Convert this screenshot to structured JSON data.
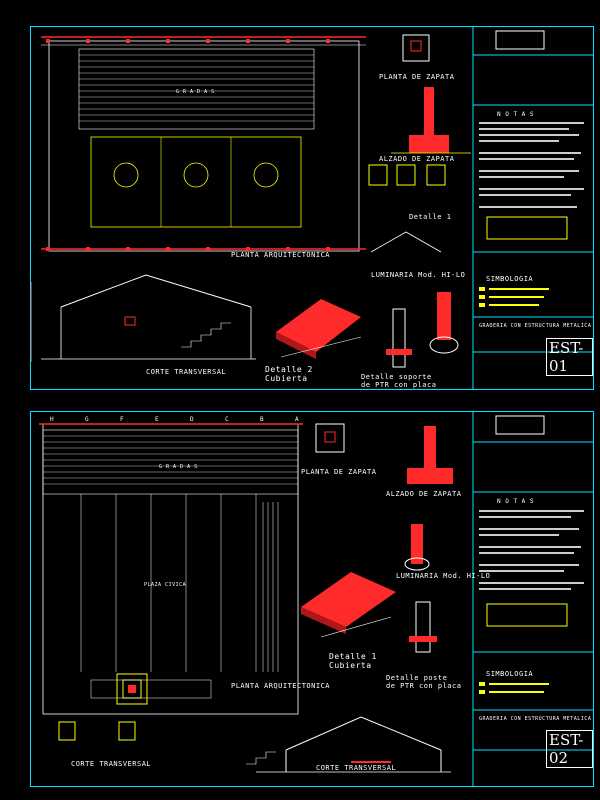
{
  "sheets": [
    {
      "id": "EST-01",
      "labels": {
        "planta_zapata": "PLANTA DE ZAPATA",
        "alzado_zapata": "ALZADO DE ZAPATA",
        "detalle_1": "Detalle 1",
        "planta_arq": "PLANTA ARQUITECTONICA",
        "corte": "CORTE TRANSVERSAL",
        "detalle_2": "Detalle 2",
        "cubierta": "Cubierta",
        "detalle_soporte_1": "Detalle soporte",
        "detalle_soporte_2": "de PTR con placa",
        "luminaria": "LUMINARIA Mod. HI-LO",
        "simbologia": "SIMBOLOGIA",
        "gradas": "G R A D A S",
        "titulo": "GRADERIA CON ESTRUCTURA METALICA"
      }
    },
    {
      "id": "EST-02",
      "labels": {
        "planta_zapata": "PLANTA DE ZAPATA",
        "alzado_zapata": "ALZADO DE ZAPATA",
        "luminaria": "LUMINARIA Mod. HI-LO",
        "detalle_1": "Detalle 1",
        "cubierta": "Cubierta",
        "detalle_poste_1": "Detalle poste",
        "detalle_poste_2": "de PTR con placa",
        "planta_arq": "PLANTA ARQUITECTONICA",
        "corte_a": "CORTE TRANSVERSAL",
        "corte_b": "CORTE TRANSVERSAL",
        "simbologia": "SIMBOLOGIA",
        "gradas": "G R A D A S",
        "plaza": "PLAZA CIVICA",
        "titulo": "GRADERIA CON ESTRUCTURA METALICA"
      }
    }
  ],
  "notas": "N O T A S",
  "grid_letters": [
    "H",
    "G",
    "F",
    "E",
    "D",
    "C",
    "B",
    "A"
  ],
  "colors": {
    "frame": "#00e5ff",
    "structure": "#ff2a2a",
    "annotation": "#ffff00",
    "text": "#ffffff",
    "accent": "#ff00ff"
  }
}
